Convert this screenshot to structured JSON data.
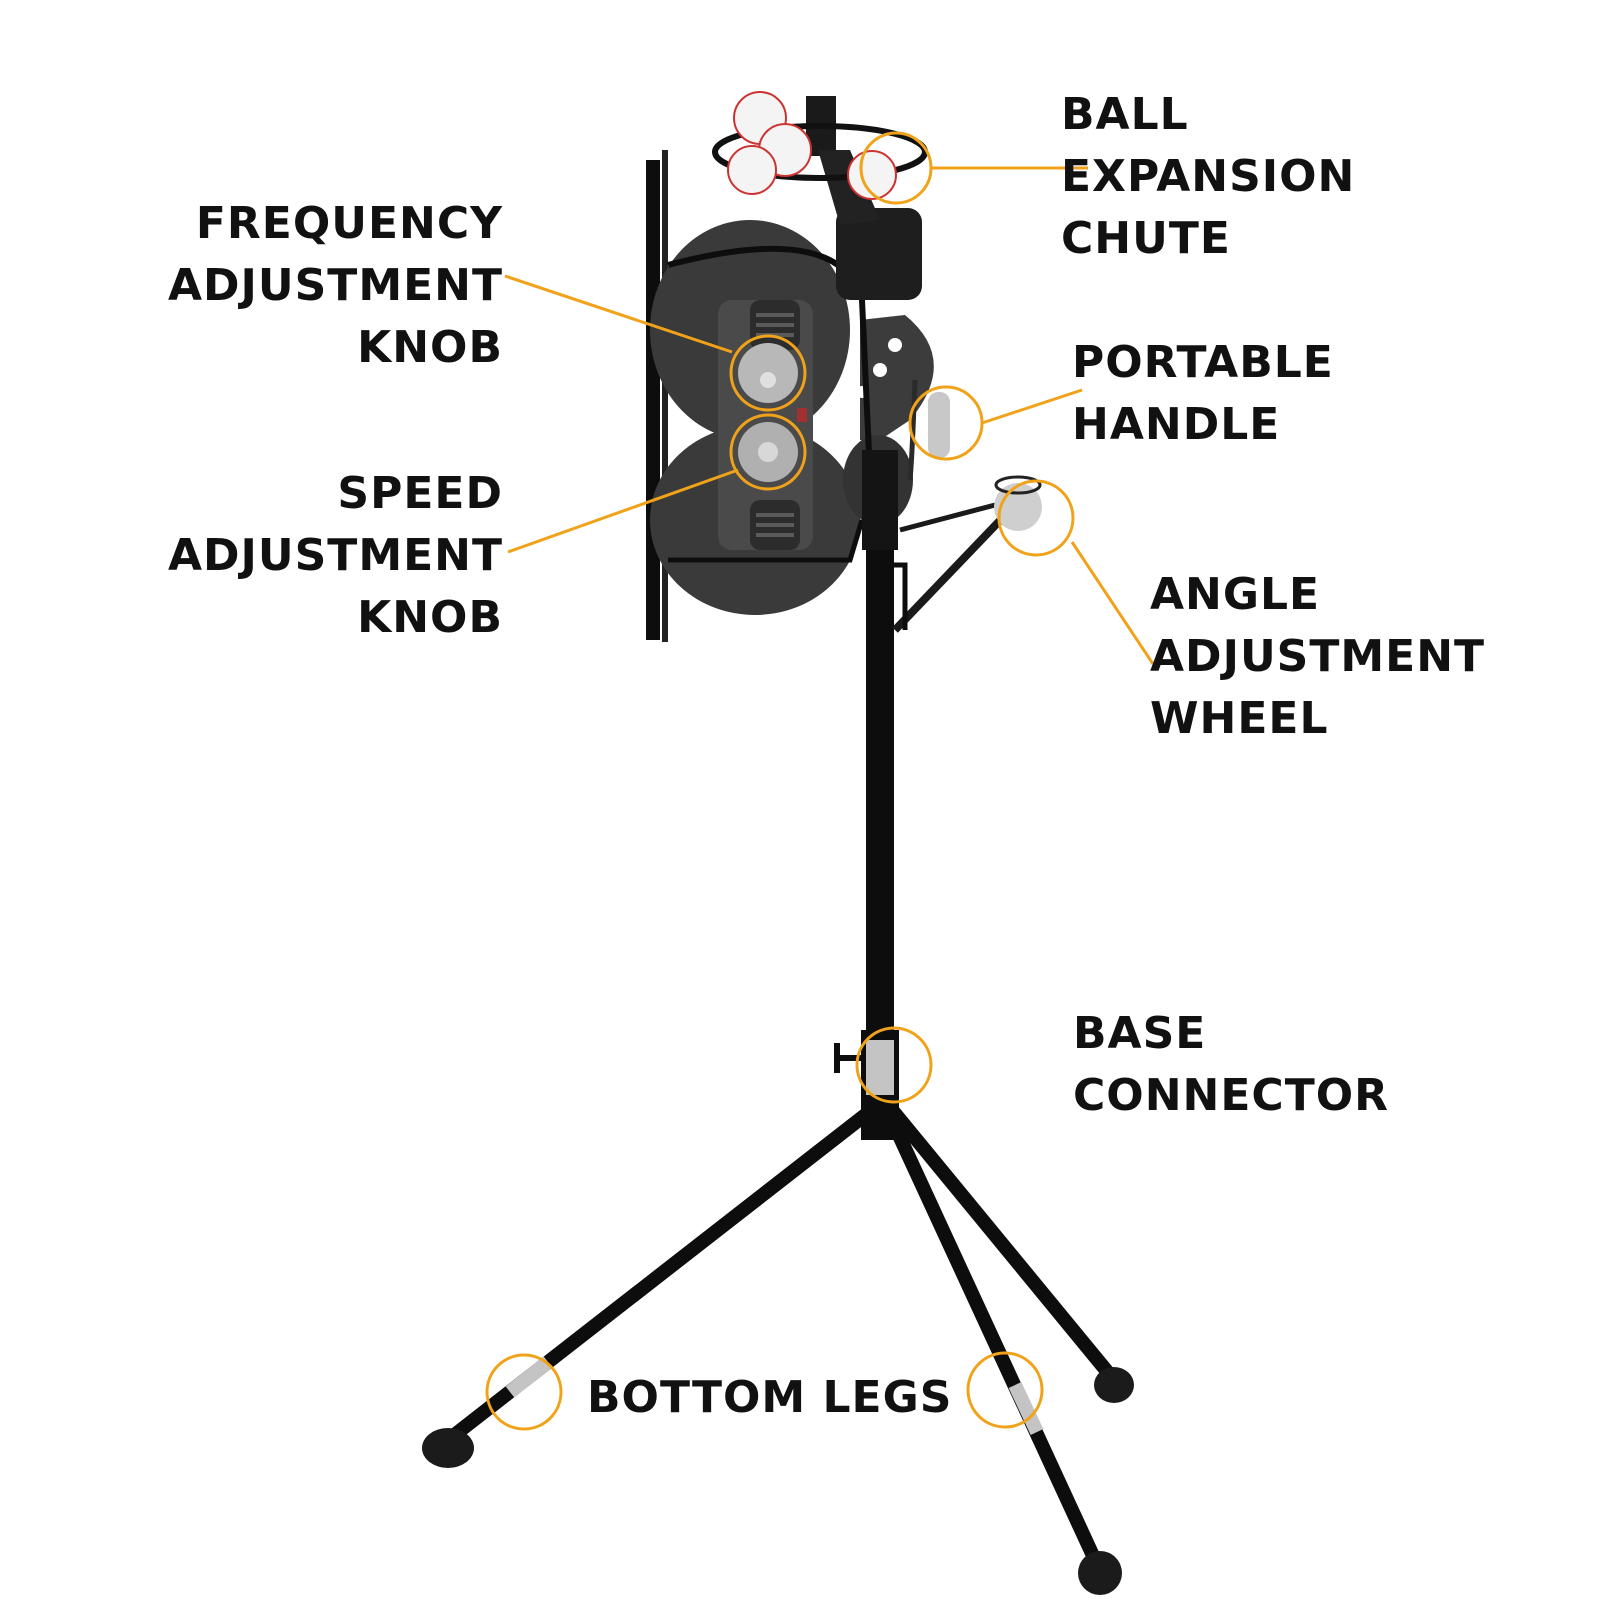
{
  "colors": {
    "background": "#ffffff",
    "callout": "#f0a31a",
    "text": "#111111",
    "machine_dark": "#3a3a3a",
    "machine_mid": "#555555",
    "stand": "#0d0d0d",
    "highlight": "#c4c4c4"
  },
  "callouts": {
    "ball_chute": {
      "lines": [
        "BALL",
        "EXPANSION",
        "CHUTE"
      ]
    },
    "frequency_knob": {
      "lines": [
        "FREQUENCY",
        "ADJUSTMENT",
        "KNOB"
      ]
    },
    "portable_handle": {
      "lines": [
        "PORTABLE",
        "HANDLE"
      ]
    },
    "speed_knob": {
      "lines": [
        "SPEED",
        "ADJUSTMENT",
        "KNOB"
      ]
    },
    "angle_wheel": {
      "lines": [
        "ANGLE",
        "ADJUSTMENT",
        "WHEEL"
      ]
    },
    "base_connector": {
      "lines": [
        "BASE",
        "CONNECTOR"
      ]
    },
    "bottom_legs": {
      "lines": [
        "BOTTOM LEGS"
      ]
    }
  }
}
